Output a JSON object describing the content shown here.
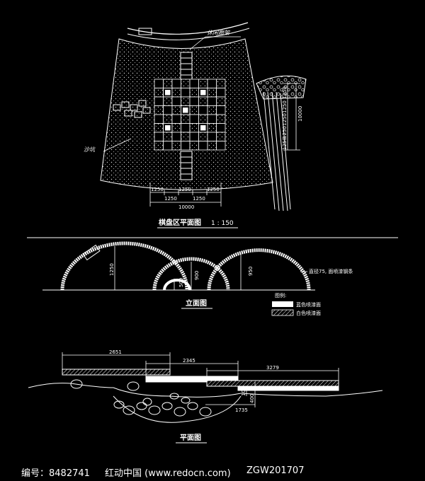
{
  "plan": {
    "title": "棋盘区平面图",
    "scale": "1 : 150",
    "pergola_label": "休闲廊架",
    "sand_label": "沙坑",
    "dim_bottom_segments": [
      "1250",
      "1250",
      "1250",
      "1250",
      "1250"
    ],
    "dim_bottom_total": "10000",
    "dim_right_segments": [
      "1250",
      "1250",
      "1250",
      "1250",
      "1250"
    ],
    "dim_right_total": "10000"
  },
  "elevation": {
    "title": "立面图",
    "height_left": "1250",
    "height_mid": "900",
    "height_small": "500",
    "height_right": "950",
    "steel_note": "直径75, 面喷漆钢条",
    "legend_title": "图例:",
    "legend_items": [
      "蓝色喷漆面",
      "白色喷漆面"
    ]
  },
  "section": {
    "title": "平面图",
    "dim_a": "2651",
    "dim_b": "2345",
    "dim_c": "3279",
    "dim_d": "1735",
    "dim_e": "400",
    "dim_f": "100"
  },
  "footer": {
    "id_label": "编号：8482741",
    "site": "红动中国 (www.redocn.com)",
    "code": "ZGW201707"
  }
}
